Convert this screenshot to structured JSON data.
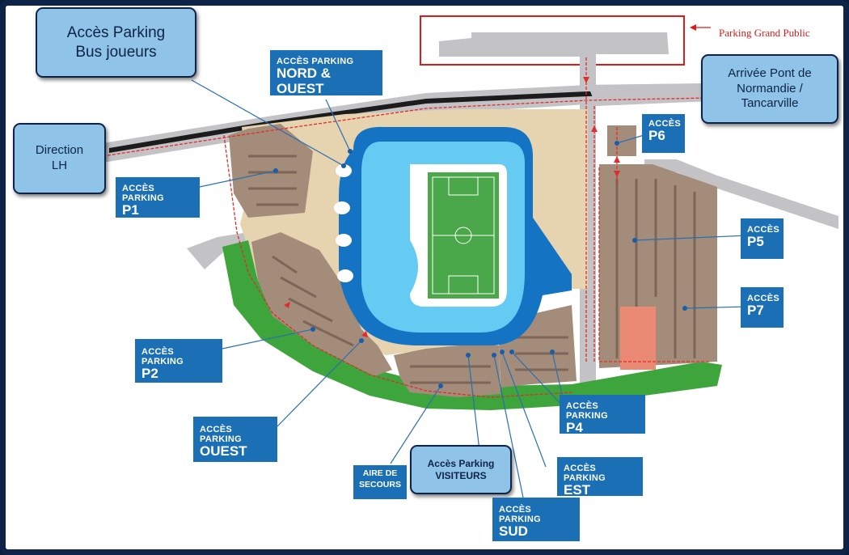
{
  "map": {
    "grand_public_label": "Parking Grand Public",
    "labels": {
      "nord_ouest": {
        "line1": "ACCÈS PARKING",
        "line2": "NORD & OUEST"
      },
      "p1": {
        "line1": "ACCÈS PARKING",
        "line2": "P1"
      },
      "p2": {
        "line1": "ACCÈS PARKING",
        "line2": "P2"
      },
      "ouest": {
        "line1": "ACCÈS PARKING",
        "line2": "OUEST"
      },
      "aire": {
        "line1": "AIRE DE",
        "line2": "SECOURS"
      },
      "sud": {
        "line1": "ACCÈS PARKING",
        "line2": "SUD"
      },
      "est": {
        "line1": "ACCÈS PARKING",
        "line2": "EST"
      },
      "p4": {
        "line1": "ACCÈS PARKING",
        "line2": "P4"
      },
      "p6": {
        "line1": "ACCÈS",
        "line2": "P6"
      },
      "p5": {
        "line1": "ACCÈS",
        "line2": "P5"
      },
      "p7": {
        "line1": "ACCÈS",
        "line2": "P7"
      }
    },
    "boxes": {
      "bus": {
        "line1": "Accès Parking",
        "line2": "Bus joueurs"
      },
      "direction": {
        "line1": "Direction",
        "line2": "LH"
      },
      "pont": {
        "line1": "Arrivée Pont de",
        "line2": "Normandie /",
        "line3": "Tancarville"
      },
      "visiteurs": {
        "line1": "Accès Parking",
        "line2": "VISITEURS"
      }
    },
    "colors": {
      "frame": "#0d2448",
      "label_blue": "#1a6fb5",
      "callout_light_blue": "#8fc3e8",
      "road": "#c3c3c5",
      "parking_brown": "#a48c7b",
      "sand": "#e6d3b0",
      "green": "#3ea53c",
      "stadium_dark_blue": "#1474c3",
      "stadium_light_blue": "#66cbf2",
      "pitch": "#4aa84a",
      "route_red": "#e32b2b",
      "reserved_salmon": "#ea8a74"
    }
  }
}
